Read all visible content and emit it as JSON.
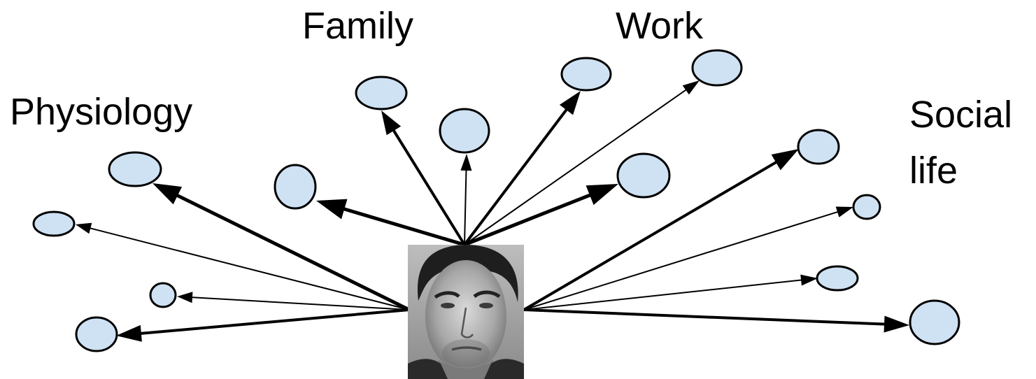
{
  "labels": {
    "physiology": "Physiology",
    "family": "Family",
    "work": "Work",
    "social_line1": "Social",
    "social_line2": "life"
  },
  "colors": {
    "node_fill": "#cfe2f3",
    "node_stroke": "#000000",
    "arrow": "#000000",
    "background": "#ffffff"
  },
  "center": {
    "content": "photo of a man's face (grayscale portrait)"
  }
}
